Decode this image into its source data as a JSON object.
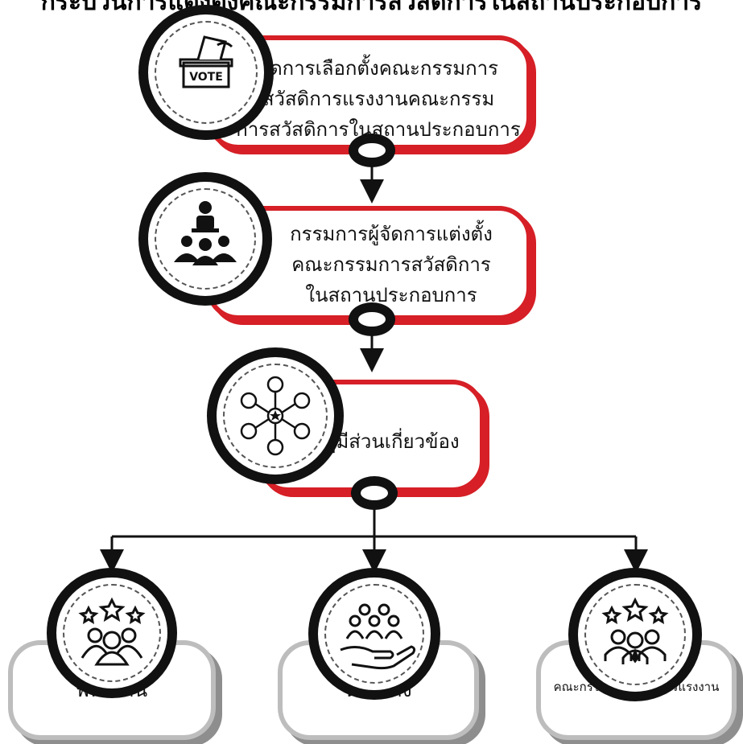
{
  "title": "กระบวนการแต่งตั้งคณะกรรมการสวัสดิการในสถานประกอบการ",
  "steps": [
    {
      "text": "จัดการเลือกตั้งคณะกรรมการ\nสวัสดิการแรงงานคณะกรรม\nการสวัสดิการในสถานประกอบการ",
      "icon": "vote-box-icon",
      "icon_label": "VOTE"
    },
    {
      "text": "กรรมการผู้จัดการแต่งตั้ง\nคณะกรรมการสวัสดิการ\nในสถานประกอบการ",
      "icon": "speaker-podium-icon"
    },
    {
      "text": "ผู้มีส่วนเกี่ยวข้อง",
      "icon": "stakeholder-network-icon"
    }
  ],
  "leaves": [
    {
      "text": "พนักงาน",
      "icon": "employees-stars-icon"
    },
    {
      "text": "นายจ้าง",
      "icon": "hand-holding-people-icon"
    },
    {
      "text": "คณะกรรมการสวัสดิการแรงงาน",
      "icon": "committee-stars-icon"
    }
  ],
  "colors": {
    "accent": "#d61f26",
    "leaf_border": "#bdbdbd",
    "leaf_shadow": "#8e8e8e",
    "ink": "#111111"
  }
}
